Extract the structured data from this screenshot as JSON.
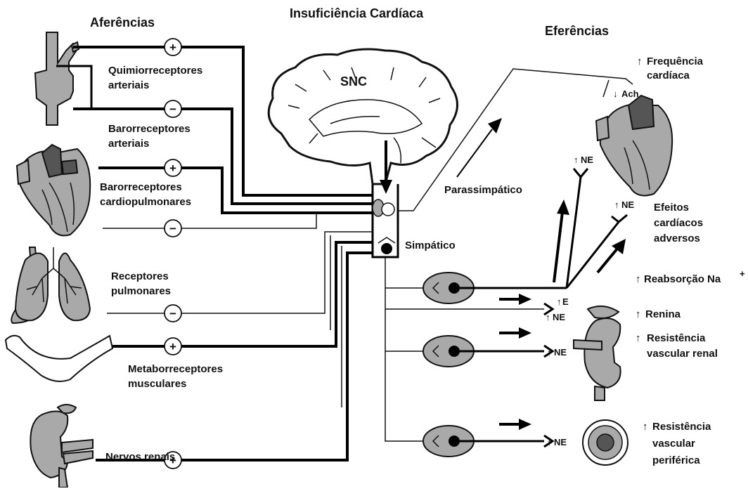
{
  "title": "Insuficiência Cardíaca",
  "afferent_heading": "Aferências",
  "efferent_heading": "Eferências",
  "cns_label": "SNC",
  "parasympathetic_label": "Parassimpático",
  "sympathetic_label": "Simpático",
  "afferents": {
    "chemo_line1": "Quimiorreceptores",
    "chemo_line2": "arteriais",
    "chemo_sign": "+",
    "baro_line1": "Barorreceptores",
    "baro_line2": "arteriais",
    "baro_sign": "−",
    "cardio_line1": "Barorreceptores",
    "cardio_line2": "cardiopulmonares",
    "cardio_sign_top": "+",
    "cardio_sign_bottom": "−",
    "pulm_line1": "Receptores",
    "pulm_line2": "pulmonares",
    "pulm_sign": "−",
    "metabo_line1": "Metaborreceptores",
    "metabo_line2": "musculares",
    "metabo_sign": "+",
    "renal_line1": "Nervos renais",
    "renal_sign": "+"
  },
  "efferents": {
    "hr_line1": "Frequência",
    "hr_line2": "cardíaca",
    "ach": "Ach",
    "ne_heart_1": "NE",
    "ne_heart_2": "NE",
    "adverse_line1": "Efeitos",
    "adverse_line2": "cardíacos",
    "adverse_line3": "adversos",
    "na_reabs": "Reabsorção Na",
    "na_sup": "+",
    "e_label": "E",
    "ne_adrenal": "NE",
    "renin": "Renina",
    "renal_res_line1": "Resistência",
    "renal_res_line2": "vascular renal",
    "ne_kidney": "NE",
    "ne_vessel": "NE",
    "periph_line1": "Resistência",
    "periph_line2": "vascular",
    "periph_line3": "periférica"
  }
}
